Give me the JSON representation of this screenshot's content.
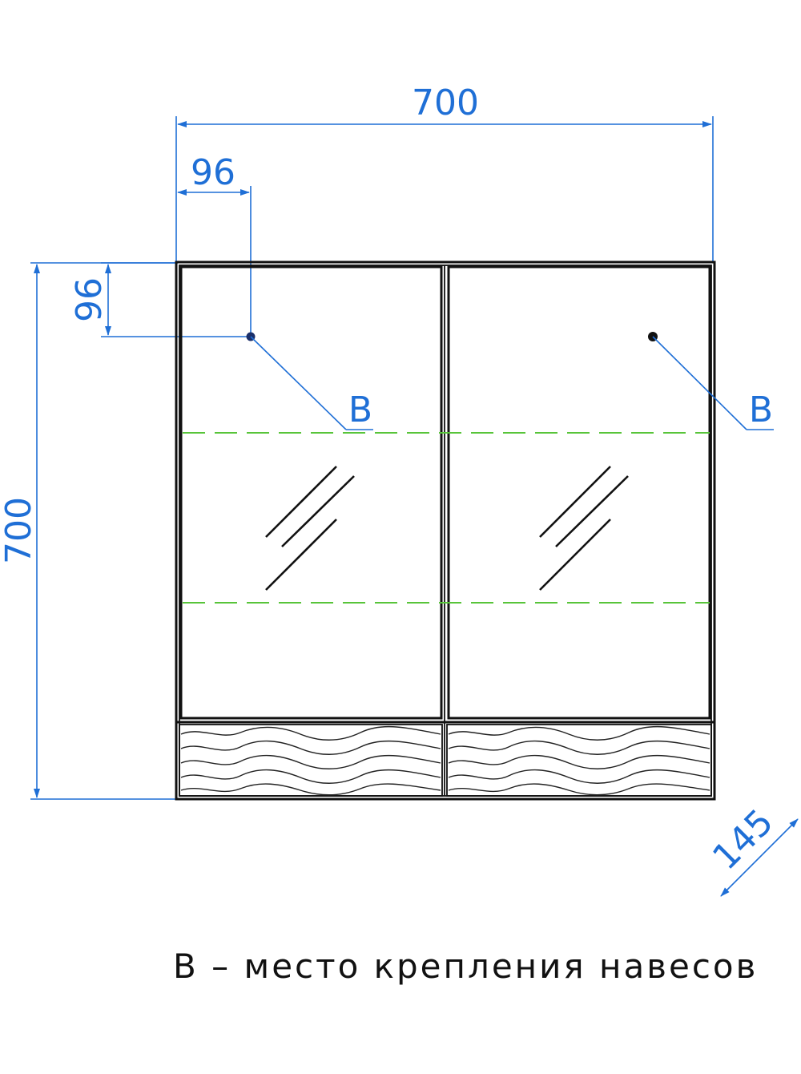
{
  "dimensions": {
    "overall_width": "700",
    "overall_height": "700",
    "hinge_offset_x": "96",
    "hinge_offset_y": "96",
    "depth": "145"
  },
  "callouts": {
    "left_hinge_label": "B",
    "right_hinge_label": "B"
  },
  "note": "B – место крепления навесов",
  "colors": {
    "dimension": "#1f6fd6",
    "outline": "#111111",
    "shelf": "#58c43a"
  }
}
